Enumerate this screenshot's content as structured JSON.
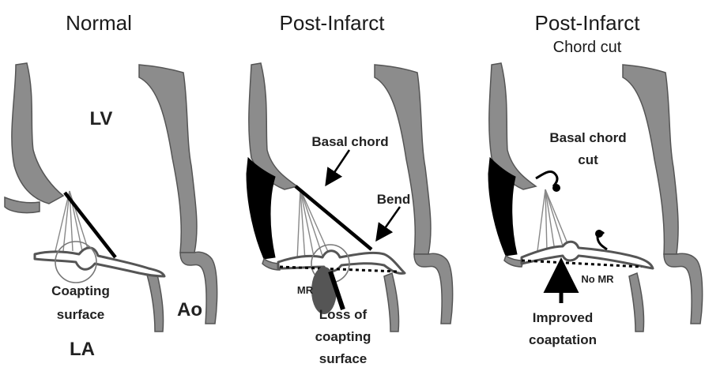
{
  "panels": [
    {
      "title": "Normal",
      "subtitle": "",
      "labels": {
        "lv": "LV",
        "coapting_1": "Coapting",
        "coapting_2": "surface",
        "ao": "Ao",
        "la": "LA"
      }
    },
    {
      "title": "Post-Infarct",
      "subtitle": "",
      "labels": {
        "basal_chord": "Basal chord",
        "bend": "Bend",
        "mr": "MR",
        "loss_1": "Loss of",
        "loss_2": "coapting",
        "loss_3": "surface"
      }
    },
    {
      "title": "Post-Infarct",
      "subtitle": "Chord cut",
      "labels": {
        "basal_cut_1": "Basal chord",
        "basal_cut_2": "cut",
        "no_mr": "No MR",
        "improved_1": "Improved",
        "improved_2": "coaptation"
      }
    }
  ]
}
